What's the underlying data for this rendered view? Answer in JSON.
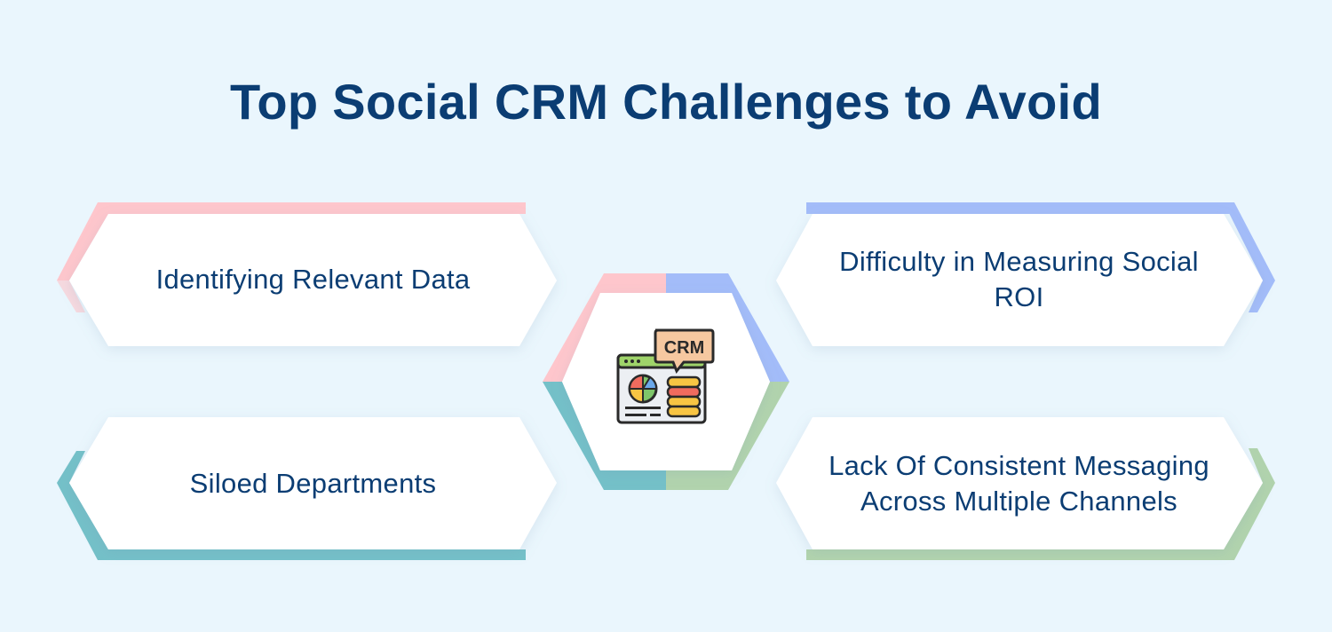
{
  "title": "Top Social CRM Challenges to Avoid",
  "challenges": [
    {
      "label": "Identifying Relevant Data",
      "accent": "#fec6cc"
    },
    {
      "label": "Difficulty in Measuring Social ROI",
      "accent": "#a3bcf9"
    },
    {
      "label": "Siloed Departments",
      "accent": "#74c0c8"
    },
    {
      "label": "Lack Of Consistent Messaging Across Multiple Channels",
      "accent": "#b1d3ad"
    }
  ],
  "center_icon": {
    "name": "crm-dashboard-icon",
    "badge_text": "CRM"
  },
  "colors": {
    "background": "#eaf6fd",
    "title": "#0b3d73",
    "card": "#ffffff",
    "pink": "#fec6cc",
    "blue": "#a3bcf9",
    "teal": "#74c0c8",
    "green": "#b1d3ad"
  }
}
